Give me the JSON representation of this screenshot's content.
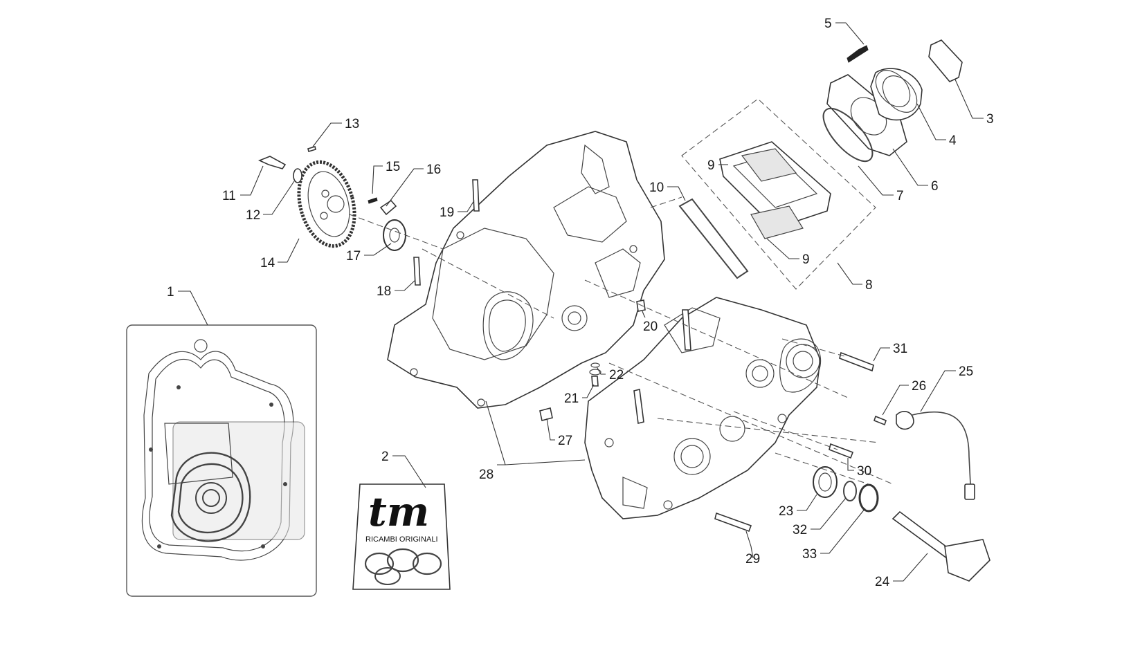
{
  "diagram": {
    "callouts": [
      "1",
      "2",
      "3",
      "4",
      "5",
      "6",
      "7",
      "8",
      "9",
      "9",
      "10",
      "11",
      "12",
      "13",
      "14",
      "15",
      "16",
      "17",
      "18",
      "19",
      "20",
      "21",
      "22",
      "23",
      "24",
      "25",
      "26",
      "27",
      "28",
      "29",
      "30",
      "31",
      "32",
      "33"
    ],
    "spare_parts_bag": {
      "logo": "tm",
      "caption": "RICAMBI ORIGINALI"
    }
  }
}
